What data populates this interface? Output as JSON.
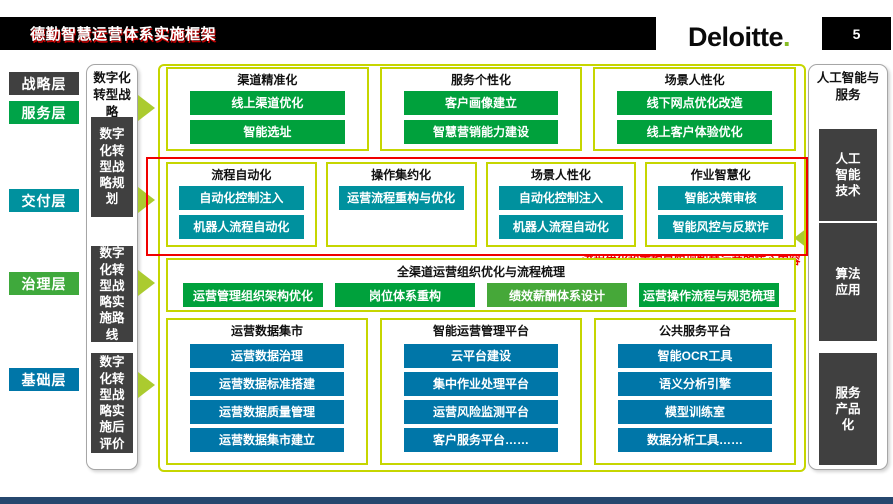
{
  "slide": {
    "title": "德勤智慧运营体系实施框架",
    "logo_text": "Deloitte",
    "logo_dot": ".",
    "page_number": "5"
  },
  "layers": [
    {
      "label": "战略层",
      "color": "#404040"
    },
    {
      "label": "服务层",
      "color": "#00A348"
    },
    {
      "label": "交付层",
      "color": "#00919E"
    },
    {
      "label": "治理层",
      "color": "#3FA93C"
    },
    {
      "label": "基础层",
      "color": "#0076A8"
    }
  ],
  "left_column": {
    "header": "数字化转型战略",
    "items": [
      "数字化转型战略规划",
      "数字化转型战略实施路线",
      "数字化转型战略实施后评价"
    ]
  },
  "right_column": {
    "header": "人工智能与服务",
    "items": [
      "人工智能技术",
      "算法应用",
      "服务产品化"
    ]
  },
  "service_row": {
    "sections": [
      {
        "title": "渠道精准化",
        "buttons": [
          "线上渠道优化",
          "智能选址"
        ]
      },
      {
        "title": "服务个性化",
        "buttons": [
          "客户画像建立",
          "智慧营销能力建设"
        ]
      },
      {
        "title": "场景人性化",
        "buttons": [
          "线下网点优化改造",
          "线上客户体验优化"
        ]
      }
    ]
  },
  "delivery_row": {
    "sections": [
      {
        "title": "流程自动化",
        "buttons": [
          "自动化控制注入",
          "机器人流程自动化"
        ]
      },
      {
        "title": "操作集约化",
        "buttons": [
          "运营流程重构与优化"
        ]
      },
      {
        "title": "场景人性化",
        "buttons": [
          "自动化控制注入",
          "机器人流程自动化"
        ]
      },
      {
        "title": "作业智慧化",
        "buttons": [
          "智能决策审核",
          "智能风控与反欺诈"
        ]
      }
    ],
    "annotation": "流程优化和重构是实现智慧运营的核心内容"
  },
  "governance_row": {
    "title": "全渠道运营组织优化与流程梳理",
    "buttons": [
      "运营管理组织架构优化",
      "岗位体系重构",
      "绩效薪酬体系设计",
      "运营操作流程与规范梳理"
    ]
  },
  "foundation_row": {
    "sections": [
      {
        "title": "运营数据集市",
        "buttons": [
          "运营数据治理",
          "运营数据标准搭建",
          "运营数据质量管理",
          "运营数据集市建立"
        ]
      },
      {
        "title": "智能运营管理平台",
        "buttons": [
          "云平台建设",
          "集中作业处理平台",
          "运营风险监测平台",
          "客户服务平台……"
        ]
      },
      {
        "title": "公共服务平台",
        "buttons": [
          "智能OCR工具",
          "语义分析引擎",
          "模型训练室",
          "数据分析工具……"
        ]
      }
    ]
  },
  "colors": {
    "green": "#00A13C",
    "light_green": "#46A839",
    "teal": "#00919E",
    "blue": "#0076A8",
    "dark_gray": "#404040",
    "lime_border": "#C6D600",
    "arrow_lime": "#ABCB2F",
    "highlight_red": "#F00000",
    "logo_dot_green": "#86BC25",
    "footer_navy": "#26476E"
  }
}
